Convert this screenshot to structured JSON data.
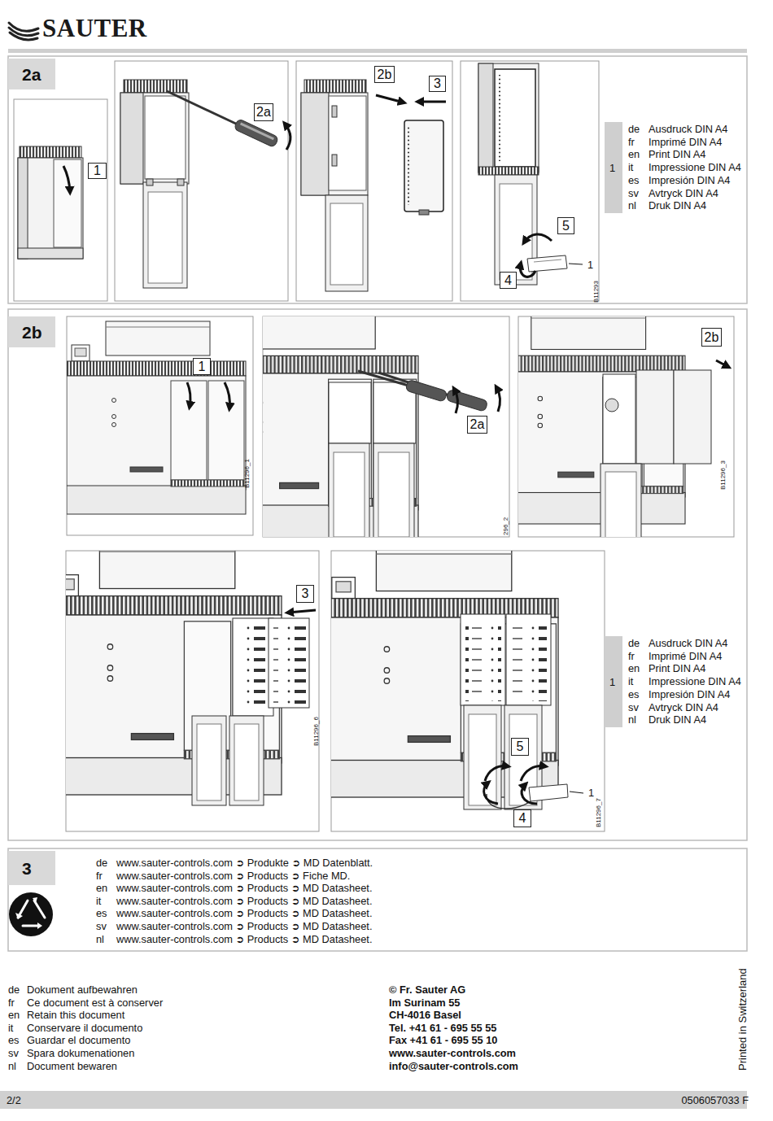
{
  "diagram": {
    "nodes": [
      {
        "text": [
          "2a"
        ]
      },
      {
        "text": [
          "1"
        ]
      },
      {
        "text": [
          "2a"
        ]
      },
      {
        "text": [
          "2b"
        ]
      },
      {
        "text": [
          "3"
        ]
      },
      {
        "text": [
          "5"
        ]
      },
      {
        "text": [
          "4"
        ]
      },
      {
        "text": [
          "1"
        ]
      },
      {
        "text": [
          "2b"
        ]
      },
      {
        "text": [
          "1"
        ]
      },
      {
        "text": [
          "2a"
        ]
      },
      {
        "text": [
          "2b"
        ]
      },
      {
        "text": [
          "3"
        ]
      },
      {
        "text": [
          "5"
        ]
      },
      {
        "text": [
          "4"
        ]
      },
      {
        "text": [
          "1"
        ]
      },
      {
        "text": [
          "3"
        ]
      }
    ],
    "labels": [
      "SAUTER",
      "1",
      "B11293",
      "de",
      "Ausdruck DIN A4",
      "fr",
      "Imprimé DIN A4",
      "en",
      "Print DIN A4",
      "it",
      "Impressione DIN A4",
      "es",
      "Impresión DIN A4",
      "sv",
      "Avtryck DIN A4",
      "nl",
      "Druk DIN A4",
      "B11296_1",
      "296_2",
      "B11296_3",
      "B11296_6",
      "1",
      "B11296_7",
      "de",
      "Ausdruck DIN A4",
      "fr",
      "Imprimé DIN A4",
      "en",
      "Print DIN A4",
      "it",
      "Impressione DIN A4",
      "es",
      "Impresión DIN A4",
      "sv",
      "Avtryck DIN A4",
      "nl",
      "Druk DIN A4",
      "de",
      "www.sauter-controls.com ➲ Produkte ➲ MD Datenblatt.",
      "fr",
      "www.sauter-controls.com ➲ Products ➲ Fiche MD.",
      "en",
      "www.sauter-controls.com ➲ Products ➲ MD Datasheet.",
      "it",
      "www.sauter-controls.com ➲ Products ➲ MD Datasheet.",
      "es",
      "www.sauter-controls.com ➲ Products ➲ MD Datasheet.",
      "sv",
      "www.sauter-controls.com ➲ Products ➲ MD Datasheet.",
      "nl",
      "www.sauter-controls.com ➲ Products ➲ MD Datasheet.",
      "de",
      "Dokument aufbewahren",
      "fr",
      "Ce document est à conserver",
      "en",
      "Retain this document",
      "it",
      "Conservare il documento",
      "es",
      "Guardar el documento",
      "sv",
      "Spara dokumenationen",
      "nl",
      "Document bewaren",
      "© Fr. Sauter AG",
      "Im Surinam 55",
      "CH-4016 Basel",
      "Tel. +41 61 - 695 55 55",
      "Fax +41 61 - 695 55 10",
      "www.sauter-controls.com",
      "info@sauter-controls.com",
      "Printed in Switzerland",
      "2/2",
      "0506057033 F"
    ]
  }
}
